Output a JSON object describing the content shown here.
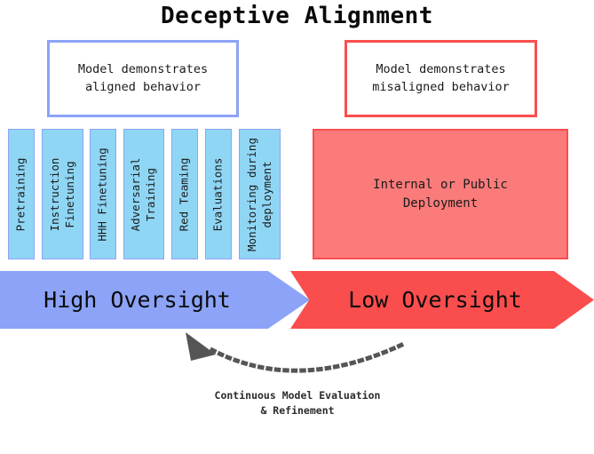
{
  "title": "Deceptive Alignment",
  "callouts": [
    {
      "id": "aligned",
      "text": "Model demonstrates\naligned behavior",
      "border_color": "#8CA3F8"
    },
    {
      "id": "misaligned",
      "text": "Model demonstrates\nmisaligned behavior",
      "border_color": "#FA4E4E"
    }
  ],
  "stages": [
    {
      "label": "Pretraining"
    },
    {
      "label": "Instruction\nFinetuning"
    },
    {
      "label": "HHH Finetuning"
    },
    {
      "label": "Adversarial\nTraining"
    },
    {
      "label": "Red Teaming"
    },
    {
      "label": "Evaluations"
    },
    {
      "label": "Monitoring during\ndeployment"
    }
  ],
  "deployment": {
    "label": "Internal or Public\nDeployment",
    "fill_color": "#FB7B7B",
    "border_color": "#FA4E4E"
  },
  "oversight": {
    "high": {
      "label": "High Oversight",
      "color": "#8CA3F8"
    },
    "low": {
      "label": "Low Oversight",
      "color": "#FA4E4E"
    }
  },
  "feedback": {
    "caption": "Continuous Model Evaluation\n& Refinement",
    "color": "#555555",
    "direction": "right-to-left"
  }
}
